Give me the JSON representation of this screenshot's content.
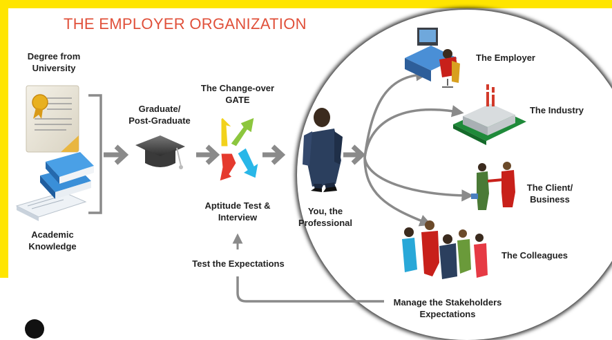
{
  "title": "THE EMPLOYER ORGANIZATION",
  "labels": {
    "degree": "Degree from\nUniversity",
    "academic": "Academic\nKnowledge",
    "graduate": "Graduate/\nPost-Graduate",
    "gate": "The Change-over\nGATE",
    "aptitude": "Aptitude Test &\nInterview",
    "test_expectations": "Test the Expectations",
    "professional": "You, the\nProfessional",
    "employer": "The Employer",
    "industry": "The Industry",
    "client": "The Client/\nBusiness",
    "colleagues": "The Colleagues",
    "manage": "Manage the Stakeholders\nExpectations"
  },
  "colors": {
    "frame": "#ffe500",
    "title": "#e0503a",
    "arrow": "#8a8a8a",
    "text": "#222222"
  },
  "icons": [
    "certificate-icon",
    "books-icon",
    "graduation-cap-icon",
    "gate-arrows-icon",
    "professional-person-icon",
    "employer-desk-icon",
    "industry-factory-icon",
    "client-handshake-icon",
    "colleagues-group-icon"
  ]
}
